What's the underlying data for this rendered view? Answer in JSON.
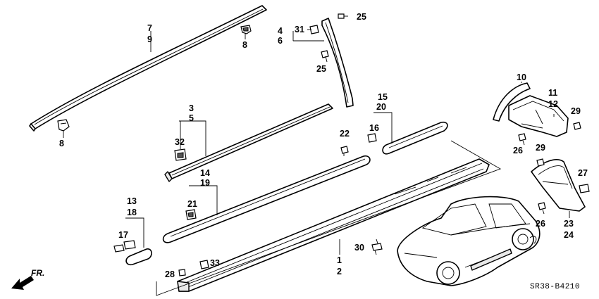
{
  "labels": {
    "l7": "7",
    "l9": "9",
    "l8a": "8",
    "l8b": "8",
    "l4": "4",
    "l6": "6",
    "l31": "31",
    "l25a": "25",
    "l25b": "25",
    "l3": "3",
    "l5": "5",
    "l32": "32",
    "l15": "15",
    "l20": "20",
    "l16": "16",
    "l22": "22",
    "l10": "10",
    "l11": "11",
    "l12": "12",
    "l29a": "29",
    "l29b": "29",
    "l26a": "26",
    "l26b": "26",
    "l27": "27",
    "l23": "23",
    "l24": "24",
    "l14": "14",
    "l19": "19",
    "l21": "21",
    "l13": "13",
    "l18": "18",
    "l17": "17",
    "l1": "1",
    "l2": "2",
    "l30": "30",
    "l33": "33",
    "l28": "28"
  },
  "direction_label": "FR.",
  "diagram_code": "SR38-B4210"
}
